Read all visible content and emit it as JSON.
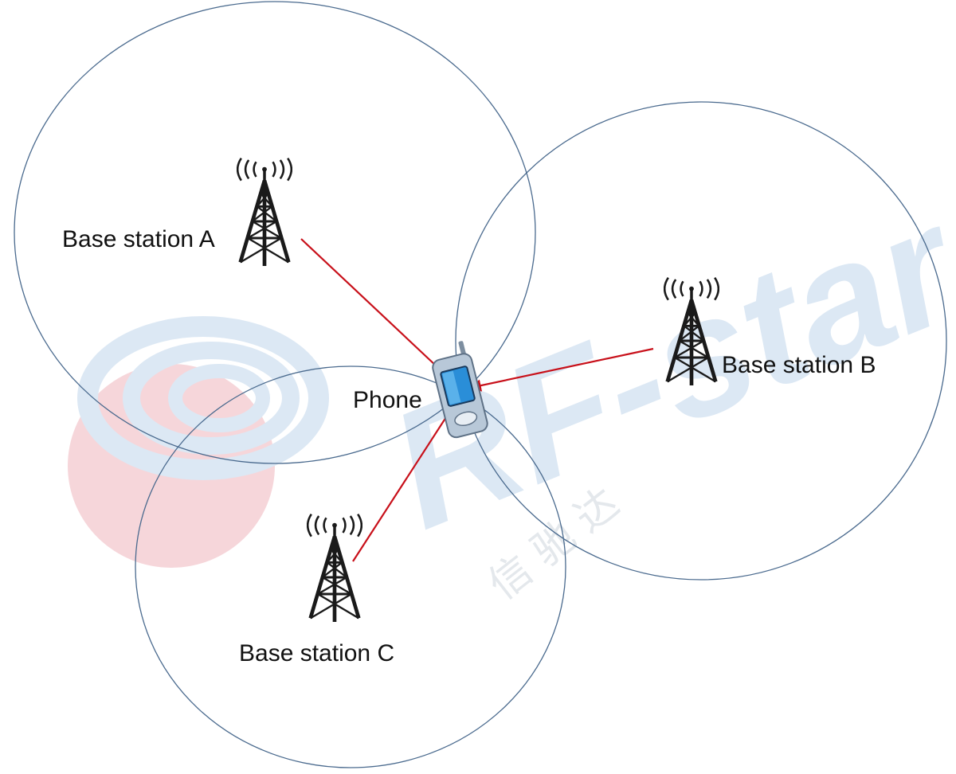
{
  "colors": {
    "coverage_circle": "#4a6a8e",
    "signal_path": "#c8101a",
    "tower": "#1a1a1a",
    "watermark_blue": "#dce8f4",
    "watermark_pink": "#f6d6da"
  },
  "watermark": {
    "logo_text": "RF-star",
    "chinese_text": "信 驰 达"
  },
  "phone": {
    "label": "Phone",
    "icon": "mobile-phone-icon"
  },
  "stations": [
    {
      "id": "a",
      "label": "Base station A",
      "icon": "cell-tower-icon"
    },
    {
      "id": "b",
      "label": "Base station B",
      "icon": "cell-tower-icon"
    },
    {
      "id": "c",
      "label": "Base station C",
      "icon": "cell-tower-icon"
    }
  ]
}
